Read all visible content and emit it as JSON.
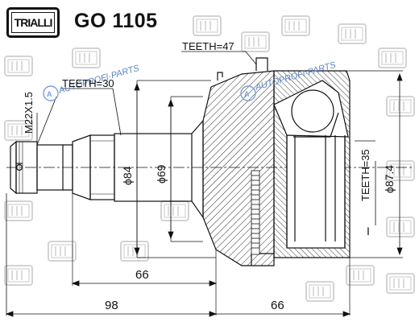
{
  "header": {
    "brand": "TRIALLI",
    "part_number": "GO 1105"
  },
  "watermark": {
    "text": "AUTOPROFI·PARTS",
    "color": "#7aa0dd"
  },
  "dimensions": {
    "teeth_outer": "TEETH=47",
    "teeth_spline": "TEETH=30",
    "teeth_inner": "TEETH=35",
    "thread": "M22X1.5",
    "dia_84": "ϕ84",
    "dia_69": "ϕ69",
    "dia_87_4": "ϕ87.4",
    "len_66_upper": "66",
    "len_98": "98",
    "len_66_lower": "66",
    "mark_i": "I"
  },
  "colors": {
    "line": "#111111",
    "watermark_logo": "#d2d2d2"
  }
}
